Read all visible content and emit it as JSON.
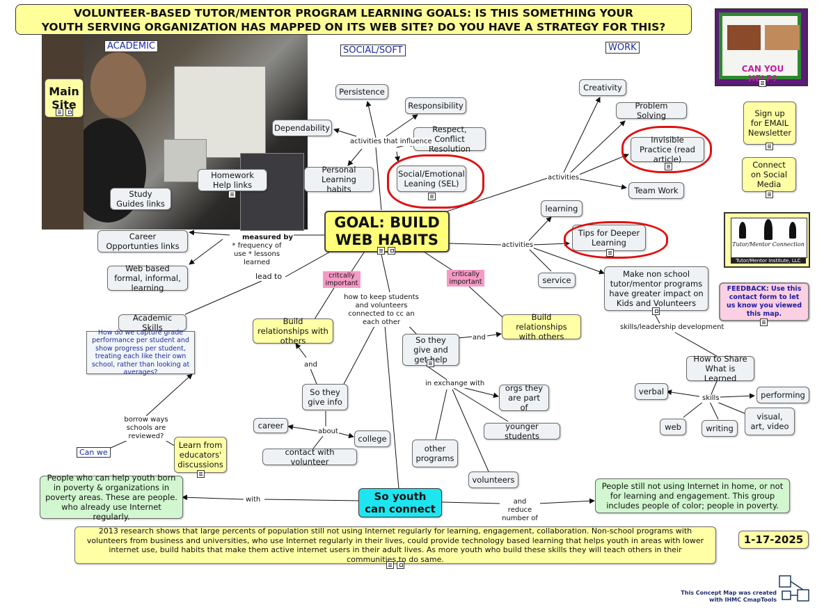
{
  "title": {
    "line1": "VOLUNTEER-BASED TUTOR/MENTOR PROGRAM LEARNING GOALS: IS THIS SOMETHING YOUR",
    "line2": "YOUTH SERVING ORGANIZATION HAS MAPPED ON ITS WEB SITE? DO YOU HAVE A STRATEGY FOR THIS?"
  },
  "sections": {
    "academic": "ACADEMIC",
    "social": "SOCIAL/SOFT",
    "work": "WORK"
  },
  "nodes": {
    "main_site": "Main Site",
    "homework": "Homework Help links",
    "study_guides": "Study Guides links",
    "career_opps": "Career Opportunties links",
    "web_based": "Web based formal, informal, learning",
    "academic_skills": "Academic Skills",
    "grade_question": "How do we capture grade performance per student and show progress per student, treating each like their own school, rather than looking at averages?",
    "persistence": "Persistence",
    "responsibility": "Responsibility",
    "dependability": "Dependability",
    "respect": "Respect, Conflict Resolution",
    "personal": "Personal Learning habits",
    "sel": "Social/Emotional Leaning (SEL)",
    "goal": "GOAL: BUILD WEB HABITS",
    "creativity": "Creativity",
    "problem_solving": "Problem Solving",
    "invisible": "Invisible Practice (read article)",
    "teamwork": "Team Work",
    "learning": "learning",
    "tips": "Tips for Deeper Learning",
    "service": "service",
    "make_non_school": "Make non school tutor/mentor programs have greater impact on Kids and Volunteers",
    "signup": "Sign up for EMAIL Newsletter",
    "connect_social": "Connect on Social Media",
    "feedback": "FEEDBACK: Use this contact form to let us know you viewed this map.",
    "build_rel_left": "Build relationships with others",
    "build_rel_right": "Build relationships with others",
    "so_they_give": "So they give and get help",
    "so_they_give_info": "So they give info",
    "career": "career",
    "college": "college",
    "contact_volunteer": "contact with volunteer",
    "orgs_part": "orgs they are part of",
    "younger": "younger students",
    "other_programs": "other programs",
    "volunteers": "volunteers",
    "how_share": "How to Share What is Learned",
    "verbal": "verbal",
    "performing": "performing",
    "web": "web",
    "writing": "writing",
    "visual": "visual, art, video",
    "learn_from": "Learn from educators' discussions",
    "can_we": "Can we",
    "people_help": "People who can help youth born in poverty & organizations in poverty areas. These are people. who already use Internet regularly.",
    "so_youth": "So youth can connect",
    "people_still": "People still not using Internet in home, or not for learning and engagement. This group includes people of color; people in poverty.",
    "research": "2013 research shows that large percents of population still not using Internet regularly for learning, engagement, collaboration.  Non-school programs with volunteers from business and universities, who use Internet regularly in their lives, could provide technology based learning that helps youth in areas with lower internet use, build habits that make them active internet users in their adult lives.  As more youth who build these skills they will teach others in their communities to do same.",
    "date": "1-17-2025"
  },
  "link_labels": {
    "activities_influence": "activities that influence",
    "activities_work": "activities",
    "activities_learning": "activities",
    "measured_by": "measured by",
    "measured_items": "* frequency of use * lessons learned",
    "lead_to": "lead to",
    "critically_left": "critcally important",
    "critically_right": "critically important",
    "how_keep": "how to keep students and volunteers connected to cc an each other",
    "and1": "and",
    "and2": "and",
    "about": "about",
    "in_exchange": "in exchange with",
    "skills_leadership": "skills/leadership development",
    "skills": "skills",
    "borrow": "borrow ways schools are reviewed?",
    "with": "with",
    "and_reduce": "and reduce number of"
  },
  "logos": {
    "tmi": "Tutor/Mentor Institute, LLC",
    "tmc": "Tutor/Mentor Connection",
    "poster_headline": "CAN YOU HELP?",
    "cmap": "This Concept Map was created with IHMC CmapTools"
  }
}
